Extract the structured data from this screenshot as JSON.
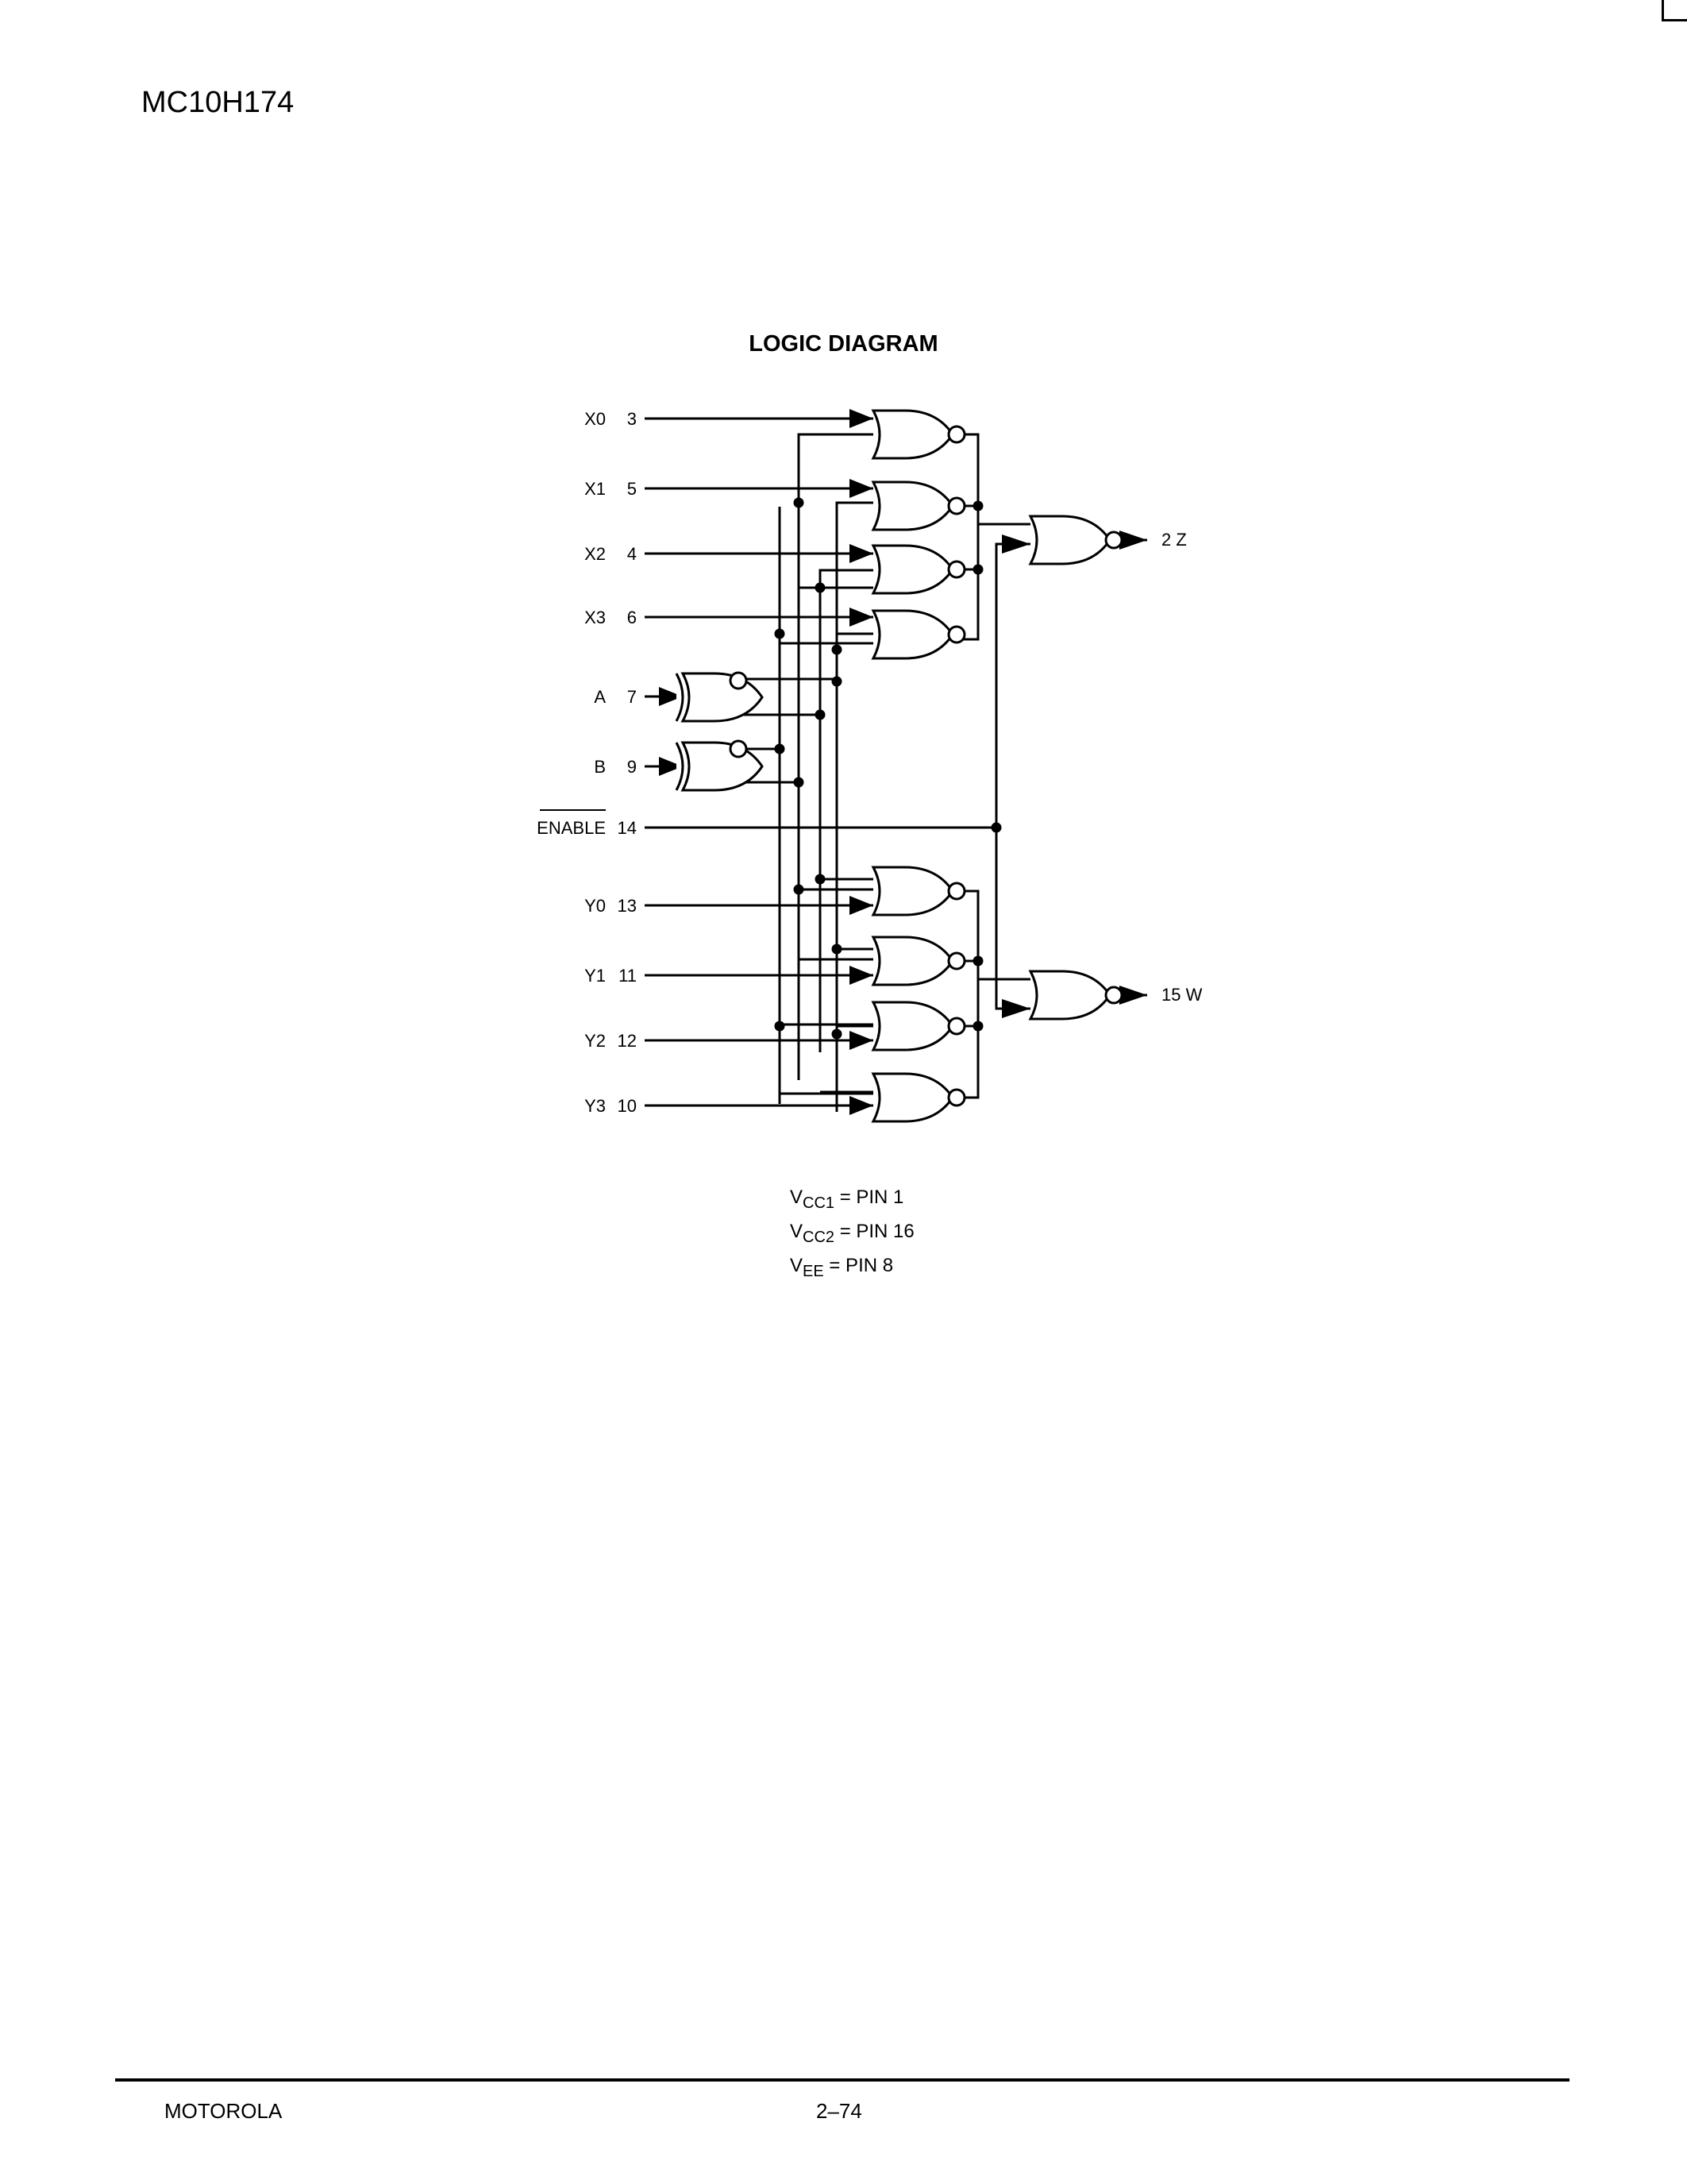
{
  "header": {
    "part_number": "MC10H174"
  },
  "diagram": {
    "title": "LOGIC DIAGRAM",
    "inputs": [
      {
        "name": "X0",
        "pin": "3"
      },
      {
        "name": "X1",
        "pin": "5"
      },
      {
        "name": "X2",
        "pin": "4"
      },
      {
        "name": "X3",
        "pin": "6"
      },
      {
        "name": "A",
        "pin": "7"
      },
      {
        "name": "B",
        "pin": "9"
      },
      {
        "name": "ENABLE",
        "pin": "14"
      },
      {
        "name": "Y0",
        "pin": "13"
      },
      {
        "name": "Y1",
        "pin": "11"
      },
      {
        "name": "Y2",
        "pin": "12"
      },
      {
        "name": "Y3",
        "pin": "10"
      }
    ],
    "outputs": [
      {
        "label": "2 Z"
      },
      {
        "label": "15 W"
      }
    ],
    "supply": {
      "vcc1": {
        "main": "V",
        "sub": "CC1",
        "rest": " = PIN 1"
      },
      "vcc2": {
        "main": "V",
        "sub": "CC2",
        "rest": " = PIN 16"
      },
      "vee": {
        "main": "V",
        "sub": "EE",
        "rest": " = PIN 8"
      }
    }
  },
  "footer": {
    "brand": "MOTOROLA",
    "page": "2–74"
  }
}
